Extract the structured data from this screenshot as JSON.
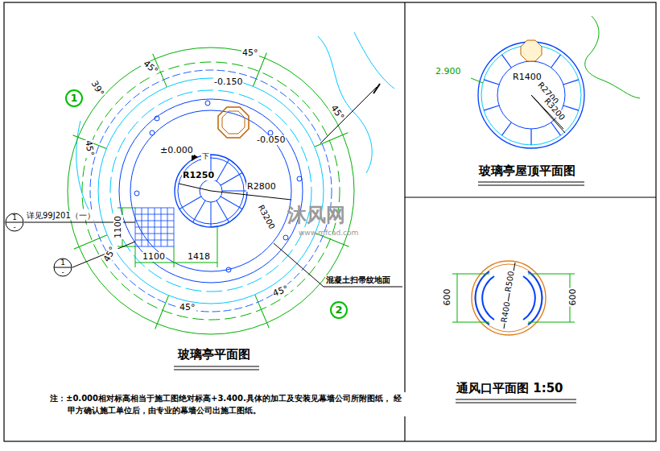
{
  "diagram": {
    "nodes": [
      {
        "text": [
          "1"
        ]
      },
      {
        "text": [
          "2"
        ]
      },
      {
        "text": [
          "1",
          "-"
        ]
      },
      {
        "text": [
          "1",
          "-"
        ]
      }
    ],
    "labels": [
      "45°",
      "45°",
      "39°",
      "45°",
      "45°",
      "45°",
      "45°",
      "45°",
      "-0.150",
      "-0.050",
      "±0.000",
      "下",
      "R1250",
      "R2800",
      "R3200",
      "详见99J201（一）",
      "1100",
      "1100",
      "1418",
      "混凝土扫帚纹地面",
      "玻璃亭平面图",
      "注：±0.000相对标高相当于施工图绝对标高+3.400.具体的加工及安装见幕墙公司所附图纸， 经甲方确认施工单位后，由专业的幕墙公司出施工图纸。",
      "2.900",
      "R1400",
      "R2700",
      "R3200",
      "玻璃亭屋顶平面图",
      "600",
      "600",
      "R500",
      "R400",
      "通风口平面图 1:50",
      "沐风网",
      "www.mfcad.com"
    ]
  }
}
